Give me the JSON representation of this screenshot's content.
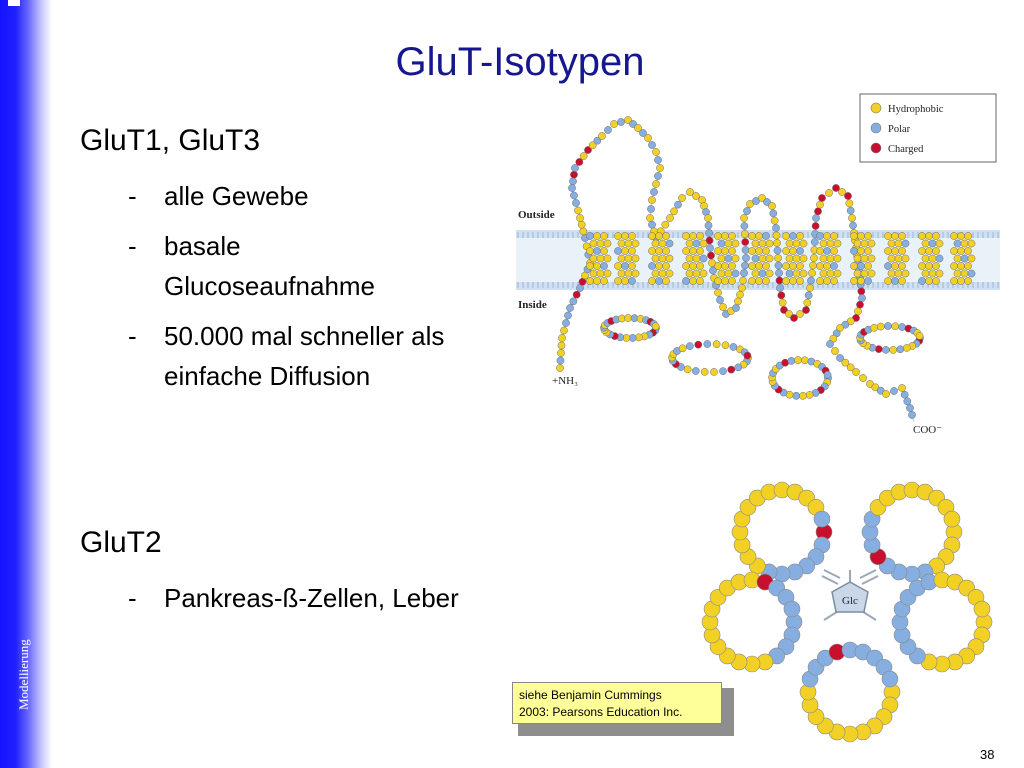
{
  "slide": {
    "title": "GluT-Isotypen",
    "sidebar_label": "Modellierung",
    "page_number": "38"
  },
  "section1": {
    "heading": "GluT1, GluT3",
    "bullets": [
      {
        "dash": "-",
        "text": "alle Gewebe"
      },
      {
        "dash": "-",
        "text": "basale Glucoseaufnahme"
      },
      {
        "dash": "-",
        "text": "50.000 mal schneller als einfache Diffusion"
      }
    ]
  },
  "section2": {
    "heading": "GluT2",
    "bullets": [
      {
        "dash": "-",
        "text": "Pankreas-ß-Zellen, Leber"
      }
    ]
  },
  "figure1": {
    "legend": [
      "Hydrophobic",
      "Polar",
      "Charged"
    ],
    "label_outside": "Outside",
    "label_inside": "Inside",
    "label_n": "+NH₃",
    "label_c": "COO⁻"
  },
  "figure2": {
    "center_label": "Glc"
  },
  "caption": {
    "line1": "siehe Benjamin Cummings",
    "line2": "2003: Pearsons Education Inc."
  },
  "colors": {
    "title": "#16178f",
    "hydrophobic": "#f2d024",
    "polar": "#86aee0",
    "charged": "#c8102e",
    "membrane": "#cfe0f2",
    "sidebar": "#1414ff"
  }
}
